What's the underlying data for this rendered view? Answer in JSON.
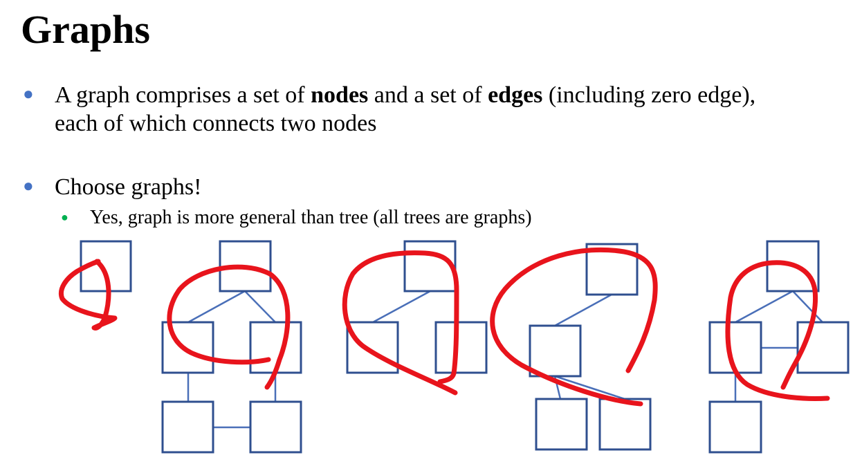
{
  "slide": {
    "title": "Graphs",
    "bullet1": {
      "part1": "A graph comprises a set of ",
      "bold1": "nodes",
      "part2": " and a set of ",
      "bold2": "edges",
      "part3": " (including zero edge),",
      "line2": "each of which connects two nodes"
    },
    "bullet2": {
      "text": "Choose graphs!"
    },
    "sub1": {
      "text": "Yes, graph is more general than tree (all trees are graphs)"
    }
  },
  "colors": {
    "bullet_blue": "#4472c4",
    "sub_bullet_green": "#00b050",
    "node_border": "#2f4f8f",
    "edge": "#4a6fb8",
    "annotation_red": "#e8141c"
  },
  "icons": {
    "bullet": "filled-circle",
    "sub_bullet": "filled-circle"
  }
}
